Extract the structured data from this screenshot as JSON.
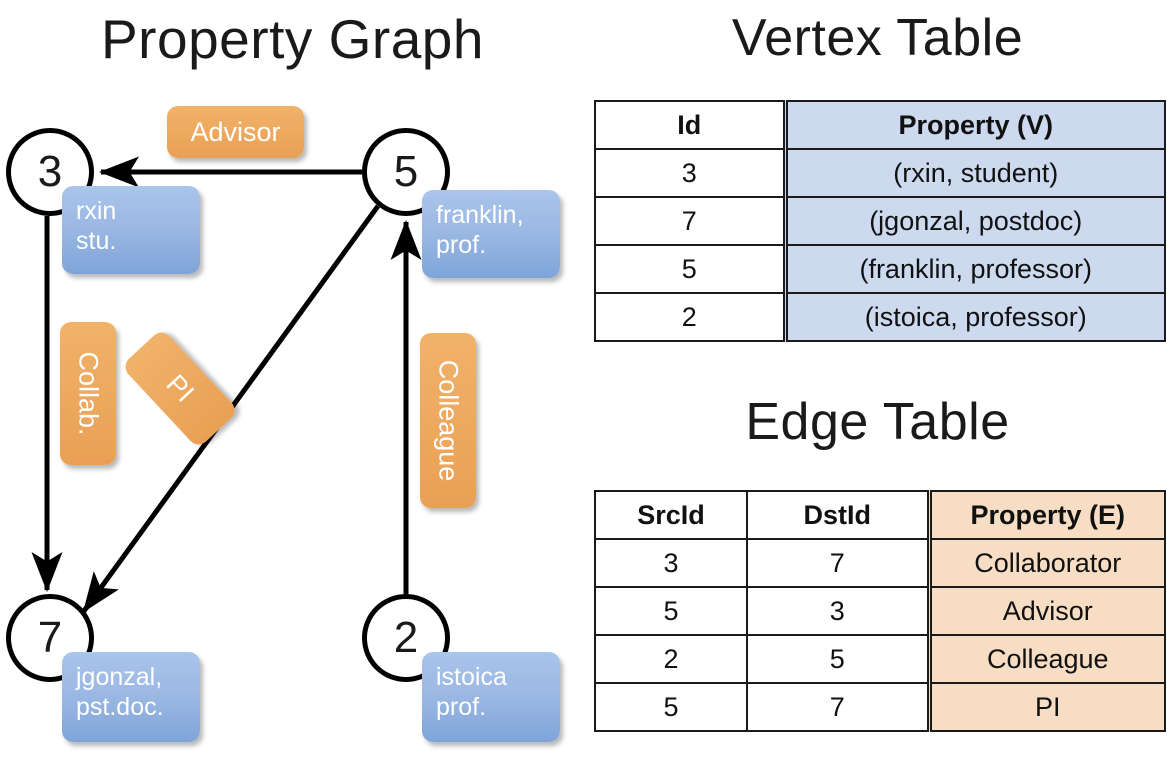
{
  "titles": {
    "property_graph": "Property Graph",
    "vertex_table": "Vertex Table",
    "edge_table": "Edge Table"
  },
  "graph": {
    "nodes": [
      {
        "id": "3",
        "label": "3"
      },
      {
        "id": "5",
        "label": "5"
      },
      {
        "id": "7",
        "label": "7"
      },
      {
        "id": "2",
        "label": "2"
      }
    ],
    "vertex_callouts": [
      {
        "node": "3",
        "line1": "rxin",
        "line2": "stu."
      },
      {
        "node": "5",
        "line1": "franklin,",
        "line2": "prof."
      },
      {
        "node": "7",
        "line1": "jgonzal,",
        "line2": "pst.doc."
      },
      {
        "node": "2",
        "line1": "istoica",
        "line2": "prof."
      }
    ],
    "edge_callouts": [
      {
        "id": "advisor",
        "label": "Advisor"
      },
      {
        "id": "collab",
        "label": "Collab."
      },
      {
        "id": "pi",
        "label": "PI"
      },
      {
        "id": "colleague",
        "label": "Colleague"
      }
    ],
    "edges": [
      {
        "src": "5",
        "dst": "3",
        "label": "Advisor"
      },
      {
        "src": "3",
        "dst": "7",
        "label": "Collab."
      },
      {
        "src": "5",
        "dst": "7",
        "label": "PI"
      },
      {
        "src": "2",
        "dst": "5",
        "label": "Colleague"
      }
    ]
  },
  "vertex_table": {
    "headers": [
      "Id",
      "Property (V)"
    ],
    "rows": [
      {
        "id": "3",
        "property": "(rxin, student)"
      },
      {
        "id": "7",
        "property": "(jgonzal, postdoc)"
      },
      {
        "id": "5",
        "property": "(franklin, professor)"
      },
      {
        "id": "2",
        "property": "(istoica, professor)"
      }
    ]
  },
  "edge_table": {
    "headers": [
      "SrcId",
      "DstId",
      "Property (E)"
    ],
    "rows": [
      {
        "src": "3",
        "dst": "7",
        "property": "Collaborator"
      },
      {
        "src": "5",
        "dst": "3",
        "property": "Advisor"
      },
      {
        "src": "2",
        "dst": "5",
        "property": "Colleague"
      },
      {
        "src": "5",
        "dst": "7",
        "property": "PI"
      }
    ]
  },
  "colors": {
    "vertex_prop_bg": "#ccd9ee",
    "edge_prop_bg": "#f6ddc4",
    "callout_blue": "#9cb9e4",
    "callout_orange": "#eeab61",
    "stroke": "#000000"
  }
}
